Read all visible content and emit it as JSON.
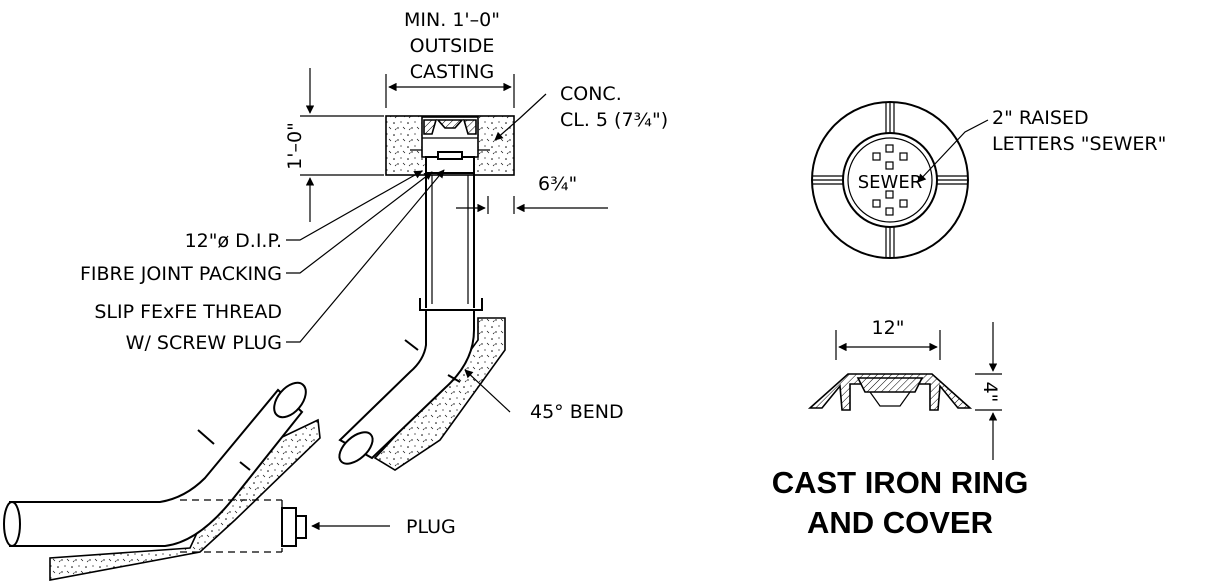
{
  "left_detail": {
    "casting_width_label": [
      "MIN. 1'–0\"",
      "OUTSIDE",
      "CASTING"
    ],
    "height_label": "1'–0\"",
    "concrete_label": [
      "CONC.",
      "CL. 5 (7¾\")"
    ],
    "offset_label": "6¾\"",
    "dip_label": "12\"ø D.I.P.",
    "packing_label": "FIBRE JOINT PACKING",
    "thread_label": [
      "SLIP FExFE THREAD",
      "W/ SCREW PLUG"
    ],
    "bend_label": "45° BEND",
    "plug_label": "PLUG"
  },
  "right_detail": {
    "cover_text": "SEWER",
    "raised_label": [
      "2\" RAISED",
      "LETTERS \"SEWER\""
    ],
    "width_label": "12\"",
    "depth_label": "4\"",
    "title": [
      "CAST IRON RING",
      "AND COVER"
    ]
  }
}
